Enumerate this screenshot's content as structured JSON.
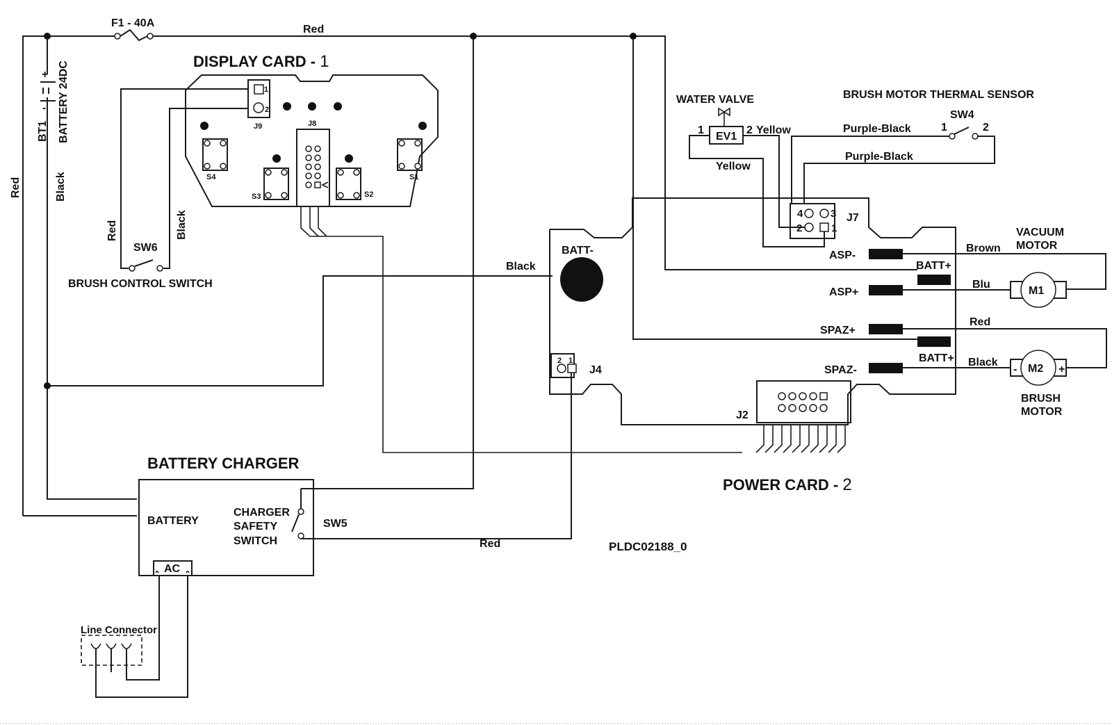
{
  "diagram": {
    "drawing_id": "PLDC02188_0",
    "fuse": "F1 - 40A",
    "battery": {
      "ref": "BT1",
      "label": "BATTERY 24DC",
      "plus": "+",
      "minus": "-"
    },
    "display_card": {
      "title": "DISPLAY CARD - ",
      "number": "1",
      "j9": {
        "ref": "J9",
        "pin1": "1",
        "pin2": "2"
      },
      "j8": {
        "ref": "J8"
      },
      "switches": [
        "S4",
        "S3",
        "S2",
        "S1"
      ]
    },
    "sw6": {
      "ref": "SW6",
      "label": "BRUSH CONTROL SWITCH"
    },
    "power_card": {
      "title": "POWER CARD - ",
      "number": "2",
      "batt_minus": "BATT-",
      "j4": {
        "ref": "J4",
        "pin1": "1",
        "pin2": "2"
      },
      "j7": {
        "ref": "J7",
        "pins": [
          "4",
          "3",
          "2",
          "1"
        ]
      },
      "j2": {
        "ref": "J2"
      },
      "terminals": [
        "ASP-",
        "BATT+",
        "ASP+",
        "SPAZ+",
        "BATT+",
        "SPAZ-"
      ]
    },
    "water_valve": {
      "title": "WATER VALVE",
      "ref": "EV1",
      "pin1": "1",
      "pin2": "2"
    },
    "thermal_sensor": {
      "title": "BRUSH MOTOR THERMAL SENSOR",
      "ref": "SW4",
      "pin1": "1",
      "pin2": "2"
    },
    "vacuum_motor": {
      "title_line1": "VACUUM",
      "title_line2": "MOTOR",
      "ref": "M1"
    },
    "brush_motor": {
      "title_line1": "BRUSH",
      "title_line2": "MOTOR",
      "ref": "M2",
      "minus": "-",
      "plus": "+"
    },
    "charger": {
      "title": "BATTERY CHARGER",
      "battery": "BATTERY",
      "safety_line1": "CHARGER",
      "safety_line2": "SAFETY",
      "safety_line3": "SWITCH",
      "sw_ref": "SW5",
      "ac": "AC"
    },
    "line_connector": "Line Connector",
    "wire_colors": {
      "top_red": "Red",
      "left_red": "Red",
      "left_black": "Black",
      "sw6_red": "Red",
      "sw6_black": "Black",
      "batt_minus_black": "Black",
      "charger_red": "Red",
      "ev1_yellow_2": "Yellow",
      "ev1_yellow_1": "Yellow",
      "sw4_purple_1": "Purple-Black",
      "sw4_purple_2": "Purple-Black",
      "m1_brown": "Brown",
      "m1_blu": "Blu",
      "m2_red": "Red",
      "m2_black": "Black"
    }
  }
}
